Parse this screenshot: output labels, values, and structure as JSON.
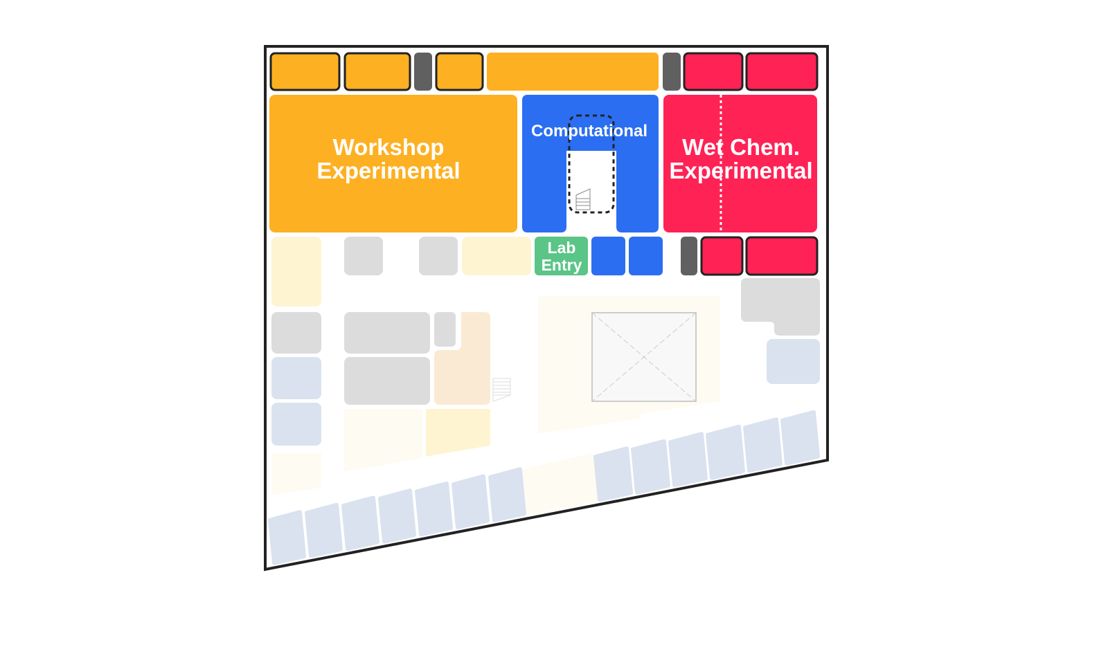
{
  "rooms": {
    "workshop": {
      "line1": "Workshop",
      "line2": "Experimental"
    },
    "computational": {
      "label": "Computational"
    },
    "wet_chem": {
      "line1": "Wet Chem.",
      "line2": "Experimental"
    },
    "lab_entry": {
      "line1": "Lab",
      "line2": "Entry"
    }
  },
  "colors": {
    "orange": "#FDB022",
    "blue": "#2B6EF2",
    "red": "#FF2255",
    "green": "#5BC487",
    "dark_gray": "#606060",
    "faded_gray": "#DCDCDC",
    "faded_blue": "#DAE2EF",
    "faded_cream": "#FEF4D2",
    "faded_peach": "#FBEAD3"
  }
}
